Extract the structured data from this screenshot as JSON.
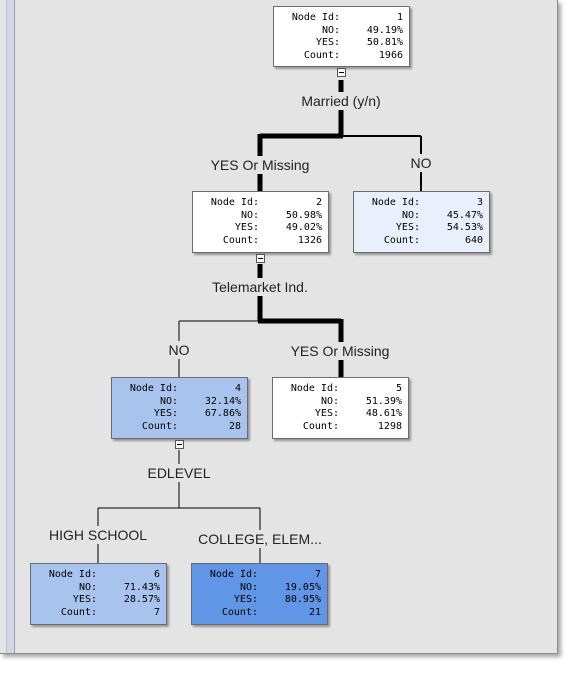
{
  "tree": {
    "nodes": [
      {
        "id": "1",
        "no": "49.19%",
        "yes": "50.81%",
        "count": "1966",
        "fill": "#ffffff"
      },
      {
        "id": "2",
        "no": "50.98%",
        "yes": "49.02%",
        "count": "1326",
        "fill": "#ffffff"
      },
      {
        "id": "3",
        "no": "45.47%",
        "yes": "54.53%",
        "count": "640",
        "fill": "#eaf0fb"
      },
      {
        "id": "4",
        "no": "32.14%",
        "yes": "67.86%",
        "count": "28",
        "fill": "#a9c3ef"
      },
      {
        "id": "5",
        "no": "51.39%",
        "yes": "48.61%",
        "count": "1298",
        "fill": "#ffffff"
      },
      {
        "id": "6",
        "no": "71.43%",
        "yes": "28.57%",
        "count": "7",
        "fill": "#a9c3ef"
      },
      {
        "id": "7",
        "no": "19.05%",
        "yes": "80.95%",
        "count": "21",
        "fill": "#6196e6"
      }
    ],
    "field_labels": {
      "node_id": "Node Id:",
      "no": "NO:",
      "yes": "YES:",
      "count": "Count:"
    },
    "splits": [
      {
        "variable": "Married (y/n)"
      },
      {
        "variable": "Telemarket Ind."
      },
      {
        "variable": "EDLEVEL"
      }
    ],
    "branches": [
      {
        "label": "YES Or Missing"
      },
      {
        "label": "NO"
      },
      {
        "label": "NO"
      },
      {
        "label": "YES Or Missing"
      },
      {
        "label": "HIGH SCHOOL"
      },
      {
        "label": "COLLEGE, ELEM..."
      }
    ]
  }
}
